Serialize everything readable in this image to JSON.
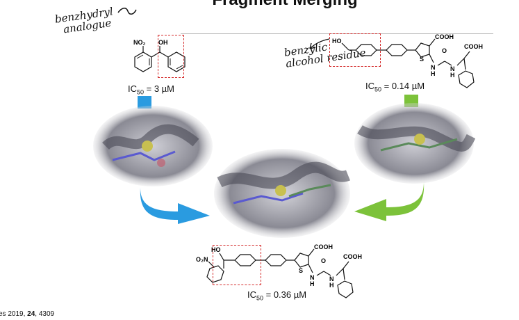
{
  "slide": {
    "title": "Fragment Merging",
    "citation_prefix": "es 2019, ",
    "citation_volume": "24",
    "citation_suffix": ", 4309"
  },
  "annotations": {
    "left_line1": "benzhydryl",
    "left_line2": "analogue",
    "right_line1": "benzylic",
    "right_line2": "alcohol residue"
  },
  "compounds": {
    "left": {
      "ic50_prefix": "IC",
      "ic50_sub": "50",
      "ic50_value": " = 3 µM",
      "label_no2": "NO₂",
      "label_oh": "OH"
    },
    "right": {
      "ic50_prefix": "IC",
      "ic50_sub": "50",
      "ic50_value": " = 0.14 µM",
      "label_ho": "HO",
      "label_cooh1": "COOH",
      "label_cooh2": "COOH",
      "label_o": "O",
      "label_nh1": "N",
      "label_nh2": "N",
      "label_h1": "H",
      "label_h2": "H"
    },
    "merged": {
      "ic50_prefix": "IC",
      "ic50_sub": "50",
      "ic50_value": " = 0.36 µM",
      "label_o2n": "O₂N",
      "label_ho": "HO",
      "label_cooh1": "COOH",
      "label_cooh2": "COOH",
      "label_o": "O",
      "label_nh1": "N",
      "label_nh2": "N",
      "label_h1": "H",
      "label_h2": "H"
    }
  },
  "colors": {
    "arrow_left": "#2a9be0",
    "arrow_right": "#7cc23a",
    "highlight_box": "#d42a2a"
  }
}
